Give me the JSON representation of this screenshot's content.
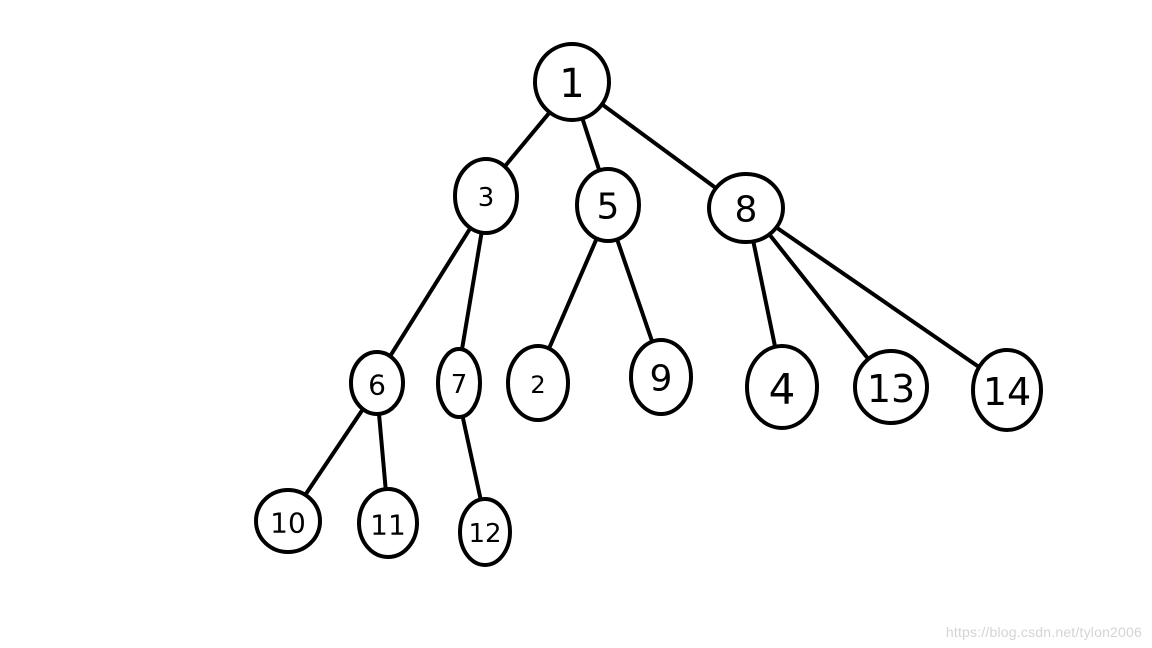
{
  "tree": {
    "nodes": [
      {
        "id": "n1",
        "label": "1"
      },
      {
        "id": "n3",
        "label": "3"
      },
      {
        "id": "n5",
        "label": "5"
      },
      {
        "id": "n8",
        "label": "8"
      },
      {
        "id": "n6",
        "label": "6"
      },
      {
        "id": "n7",
        "label": "7"
      },
      {
        "id": "n2",
        "label": "2"
      },
      {
        "id": "n9",
        "label": "9"
      },
      {
        "id": "n4",
        "label": "4"
      },
      {
        "id": "n13",
        "label": "13"
      },
      {
        "id": "n14",
        "label": "14"
      },
      {
        "id": "n10",
        "label": "10"
      },
      {
        "id": "n11",
        "label": "11"
      },
      {
        "id": "n12",
        "label": "12"
      }
    ],
    "edges": [
      {
        "from": "n1",
        "to": "n3"
      },
      {
        "from": "n1",
        "to": "n5"
      },
      {
        "from": "n1",
        "to": "n8"
      },
      {
        "from": "n3",
        "to": "n6"
      },
      {
        "from": "n3",
        "to": "n7"
      },
      {
        "from": "n5",
        "to": "n2"
      },
      {
        "from": "n5",
        "to": "n9"
      },
      {
        "from": "n8",
        "to": "n4"
      },
      {
        "from": "n8",
        "to": "n13"
      },
      {
        "from": "n8",
        "to": "n14"
      },
      {
        "from": "n6",
        "to": "n10"
      },
      {
        "from": "n6",
        "to": "n11"
      },
      {
        "from": "n7",
        "to": "n12"
      }
    ]
  },
  "watermark": "https://blog.csdn.net/tylon2006"
}
